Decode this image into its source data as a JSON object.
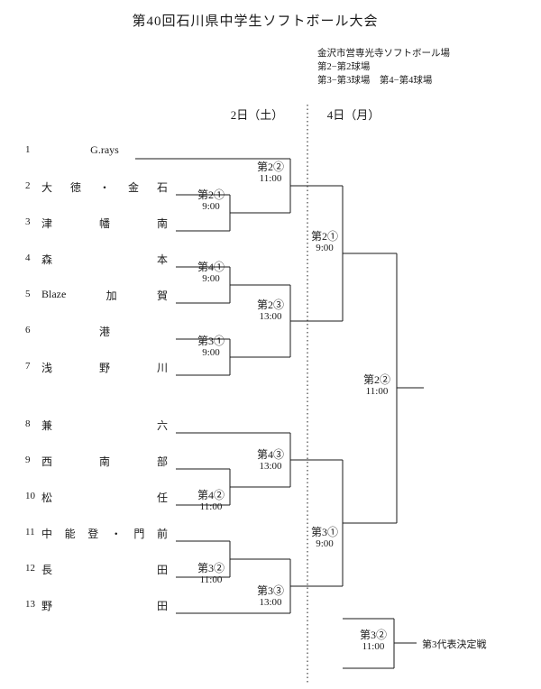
{
  "title": "第40回石川県中学生ソフトボール大会",
  "venue": {
    "line1": "金沢市営専光寺ソフトボール場",
    "line2": "第2−第2球場",
    "line3": "第3−第3球場　第4−第4球場"
  },
  "day_headers": {
    "day2": "2日（土）",
    "day4": "4日（月）"
  },
  "teams": [
    {
      "number": "1",
      "name": "G.rays"
    },
    {
      "number": "2",
      "name": "大徳・金石"
    },
    {
      "number": "3",
      "name": "津幡南"
    },
    {
      "number": "4",
      "name": "森本"
    },
    {
      "number": "5",
      "name": "Blaze加賀"
    },
    {
      "number": "6",
      "name": "港"
    },
    {
      "number": "7",
      "name": "浅野川"
    },
    {
      "number": "8",
      "name": "兼六"
    },
    {
      "number": "9",
      "name": "西南部"
    },
    {
      "number": "10",
      "name": "松任"
    },
    {
      "number": "11",
      "name": "中能登・門前"
    },
    {
      "number": "12",
      "name": "長田"
    },
    {
      "number": "13",
      "name": "野田"
    }
  ],
  "matches": [
    {
      "name": "第2②",
      "time": "11:00"
    },
    {
      "name": "第2①",
      "time": "9:00"
    },
    {
      "name": "第4①",
      "time": "9:00"
    },
    {
      "name": "第2③",
      "time": "13:00"
    },
    {
      "name": "第3①",
      "time": "9:00"
    },
    {
      "name": "第4③",
      "time": "13:00"
    },
    {
      "name": "第4②",
      "time": "11:00"
    },
    {
      "name": "第3②",
      "time": "11:00"
    },
    {
      "name": "第3③",
      "time": "13:00"
    },
    {
      "name": "第2①",
      "time": "9:00"
    },
    {
      "name": "第3①",
      "time": "9:00"
    },
    {
      "name": "第2②",
      "time": "11:00"
    },
    {
      "name": "第3②",
      "time": "11:00"
    }
  ],
  "third_place_label": "第3代表決定戦"
}
